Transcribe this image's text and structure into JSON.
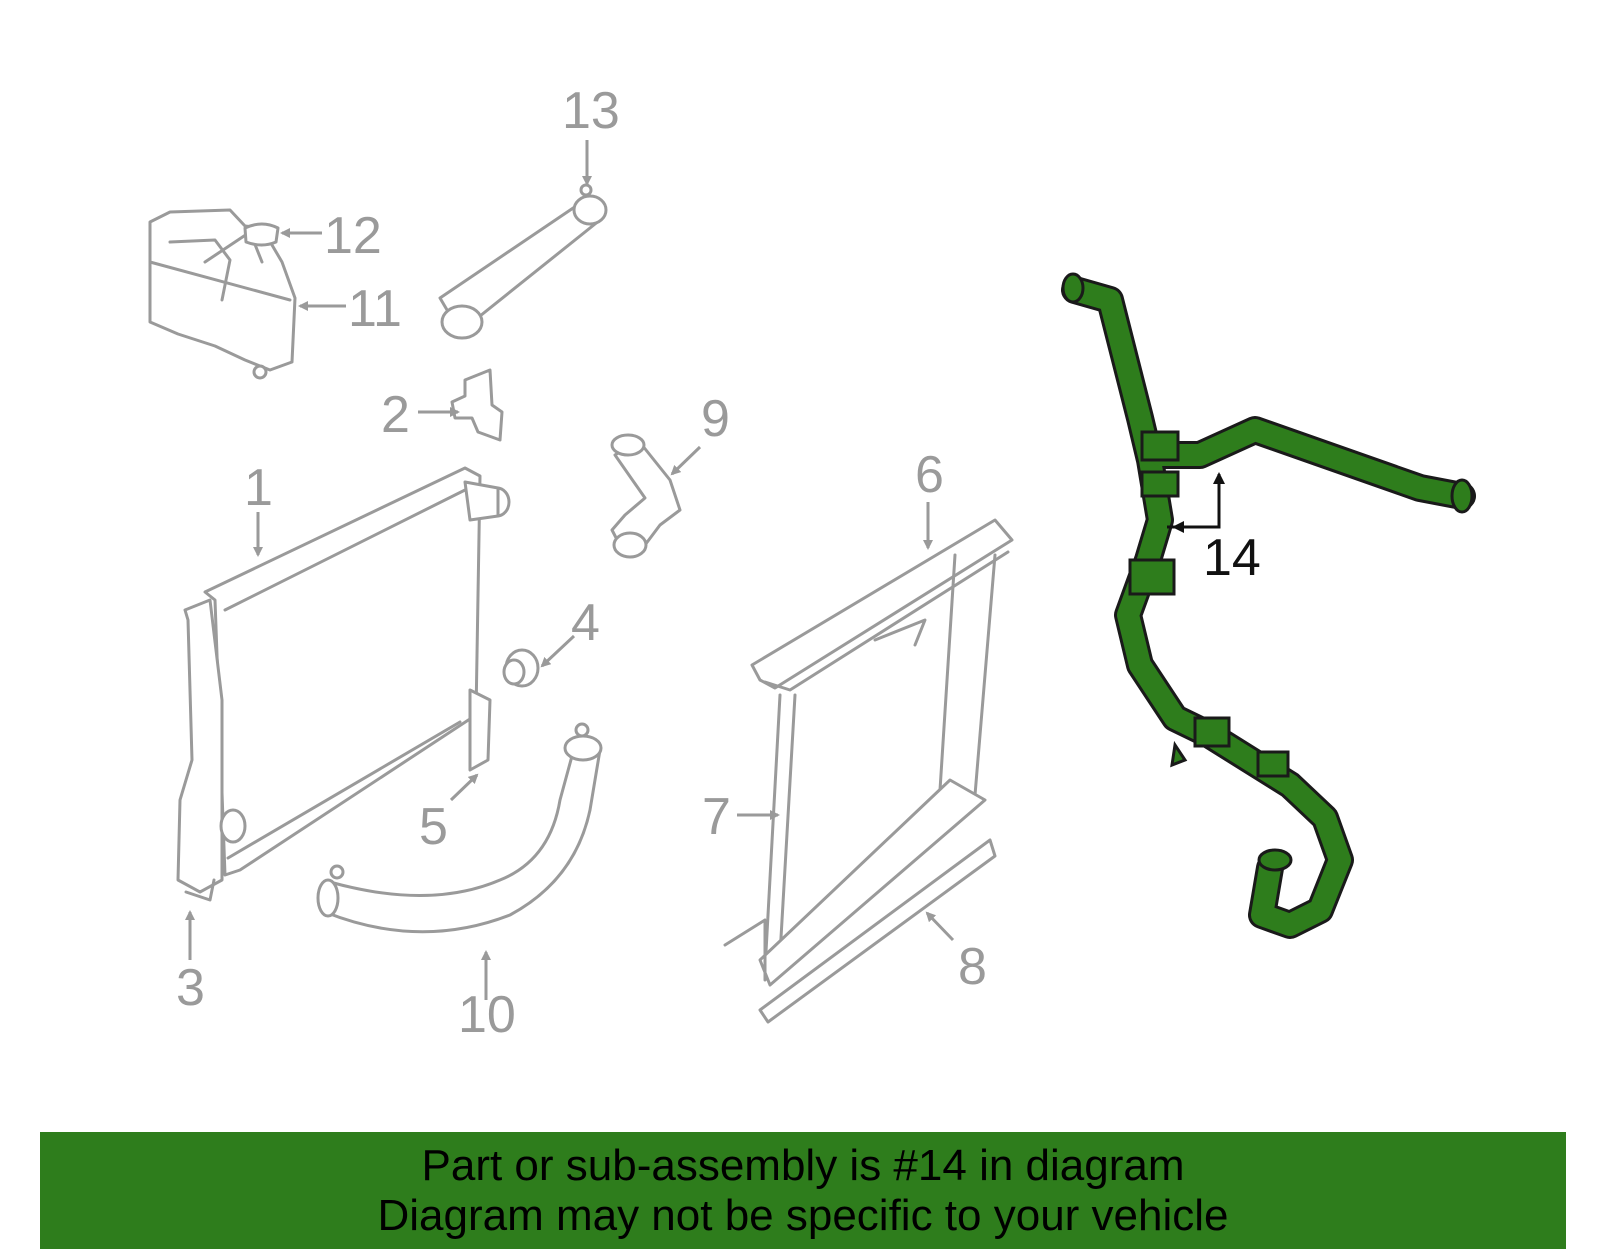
{
  "callouts": {
    "c1": "1",
    "c2": "2",
    "c3": "3",
    "c4": "4",
    "c5": "5",
    "c6": "6",
    "c7": "7",
    "c8": "8",
    "c9": "9",
    "c10": "10",
    "c11": "11",
    "c12": "12",
    "c13": "13",
    "c14": "14"
  },
  "highlight": {
    "part_number": "14",
    "color": "#2e7d1c"
  },
  "banner": {
    "line1": "Part or sub-assembly is #14 in diagram",
    "line2": "Diagram may not be specific to your vehicle",
    "background": "#2e7d1c"
  },
  "colors": {
    "line_art": "#9a9a9a",
    "highlight": "#2e7d1c"
  }
}
